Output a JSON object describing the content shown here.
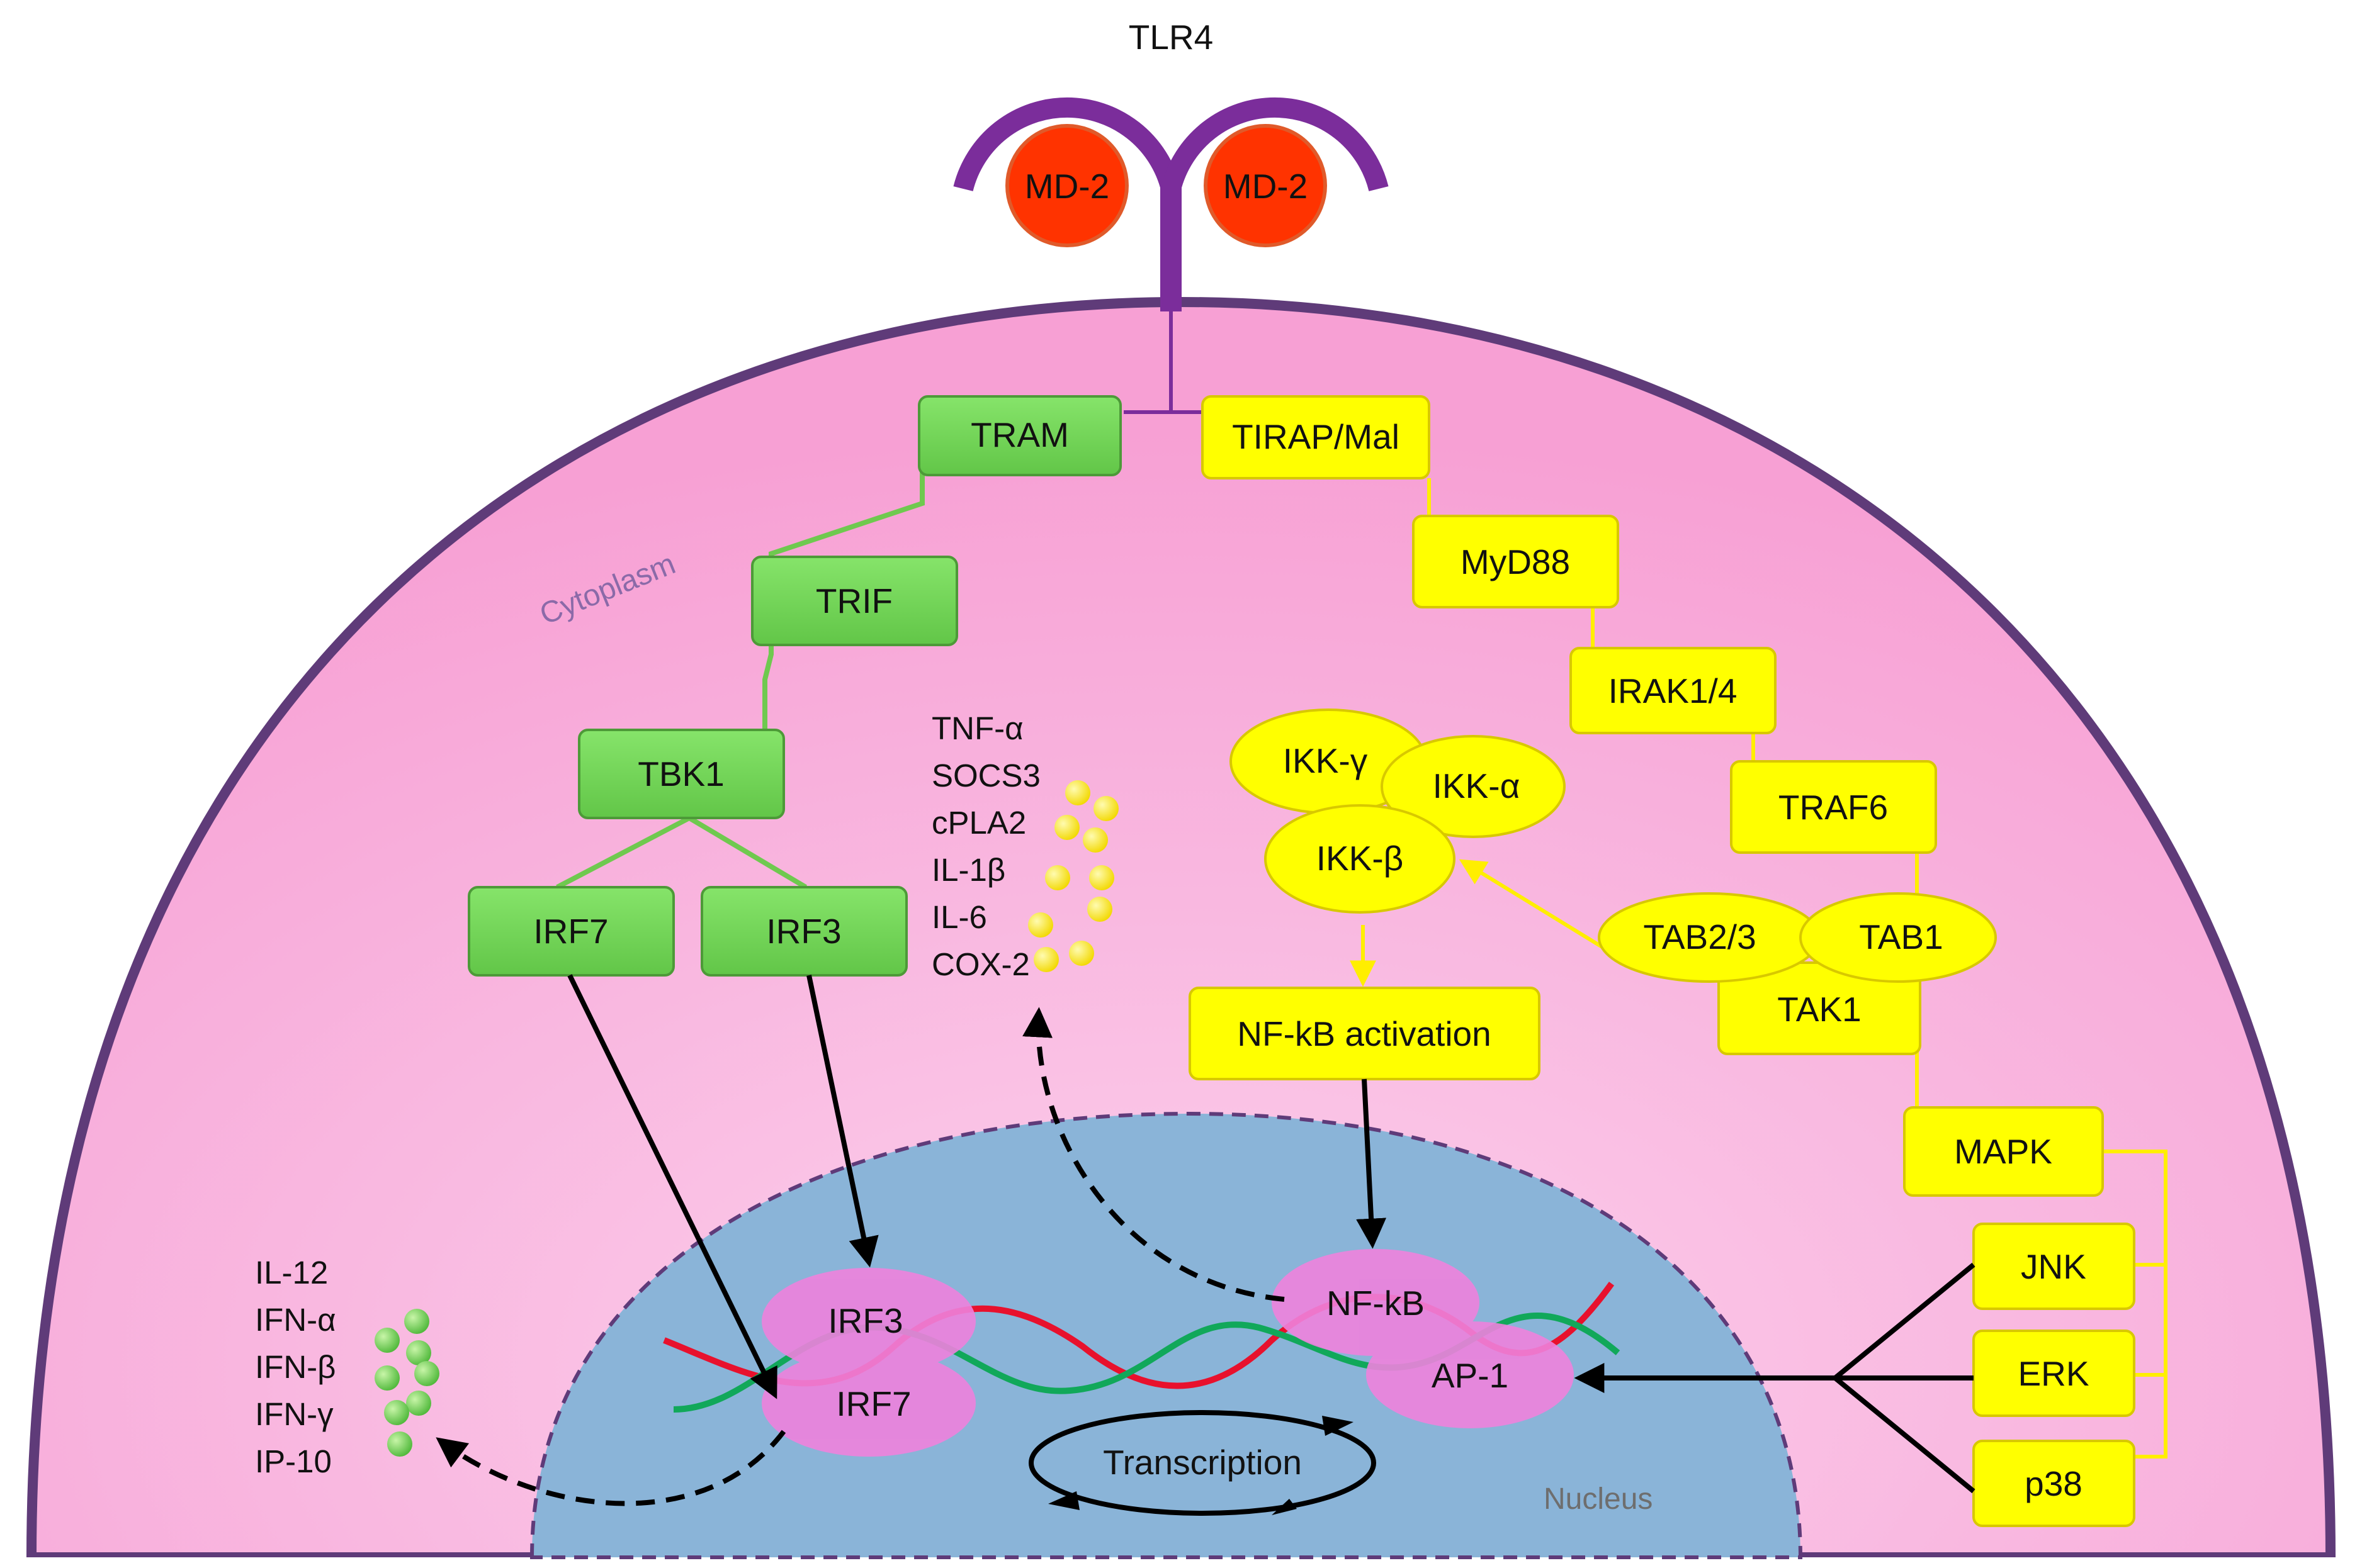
{
  "receptor": {
    "label": "TLR4",
    "md2_left": "MD-2",
    "md2_right": "MD-2"
  },
  "regions": {
    "cytoplasm": "Cytoplasm",
    "nucleus": "Nucleus"
  },
  "trif_pathway": {
    "tram": "TRAM",
    "trif": "TRIF",
    "tbk1": "TBK1",
    "irf7": "IRF7",
    "irf3": "IRF3"
  },
  "myd88_pathway": {
    "tirap": "TIRAP/Mal",
    "myd88": "MyD88",
    "irak": "IRAK1/4",
    "traf6": "TRAF6",
    "tab23": "TAB2/3",
    "tab1": "TAB1",
    "tak1": "TAK1",
    "mapk": "MAPK",
    "jnk": "JNK",
    "erk": "ERK",
    "p38": "p38"
  },
  "ikk_complex": {
    "gamma": "IKK-γ",
    "alpha": "IKK-α",
    "beta": "IKK-β"
  },
  "nfkb_activation": "NF-kB activation",
  "nuclear_factors": {
    "irf3": "IRF3",
    "irf7": "IRF7",
    "nfkb": "NF-kB",
    "ap1": "AP-1",
    "transcription": "Transcription"
  },
  "products_yellow": [
    "TNF-α",
    "SOCS3",
    "cPLA2",
    "IL-1β",
    "IL-6",
    "COX-2"
  ],
  "products_green": [
    "IL-12",
    "IFN-α",
    "IFN-β",
    "IFN-γ",
    "IP-10"
  ],
  "colors": {
    "cytoplasm": "#f7a8d8",
    "cell_membrane": "#5f3b79",
    "nucleus": "#8ab4d8",
    "receptor": "#7b2d9b",
    "md2": "#ff3300",
    "trif_box": "#77d95c",
    "myd88_box": "#ffff00",
    "nuclear_factor": "#ee82dd",
    "dna_red": "#e8112d",
    "dna_green": "#11a85a",
    "yellow_dot": "#ffee00",
    "green_dot": "#6fd04a"
  }
}
